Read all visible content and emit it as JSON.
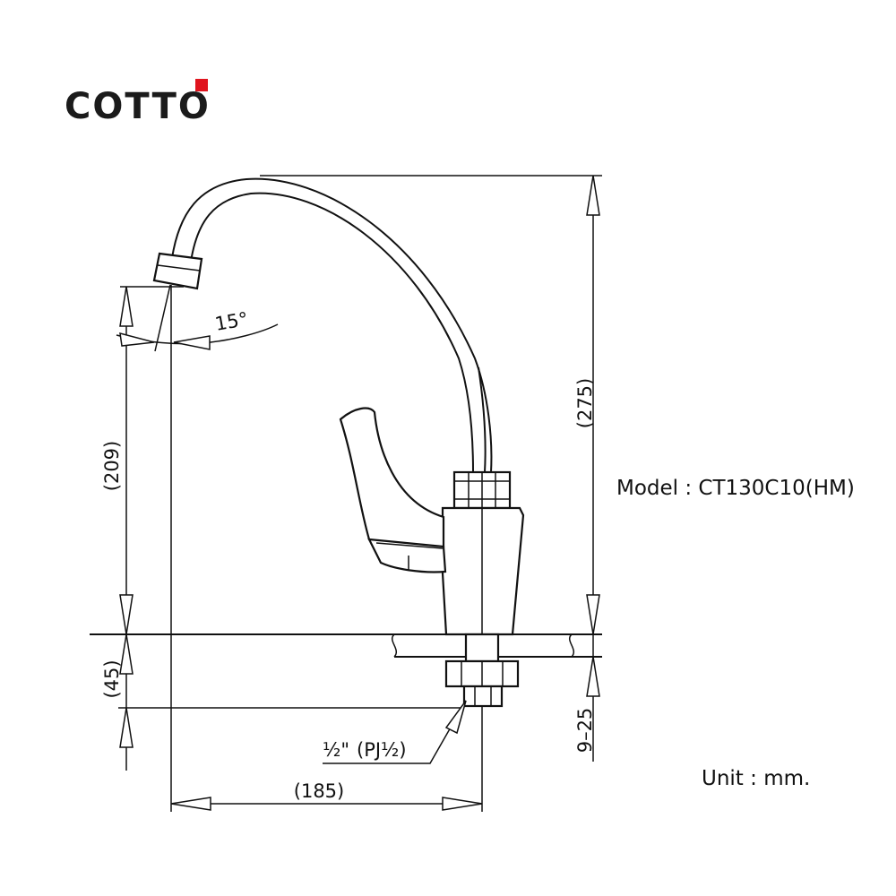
{
  "brand": {
    "name": "COTTO",
    "accent_color": "#e0141e"
  },
  "model_label": "Model : CT130C10(HM)",
  "unit_label": "Unit : mm.",
  "dimensions": {
    "total_height": "(275)",
    "spout_height": "(209)",
    "base_height": "(45)",
    "spout_reach": "(185)",
    "angle": "15°",
    "thread_range": "9–25",
    "connection_inch": "½\"",
    "connection_pj": "(PJ½)"
  }
}
